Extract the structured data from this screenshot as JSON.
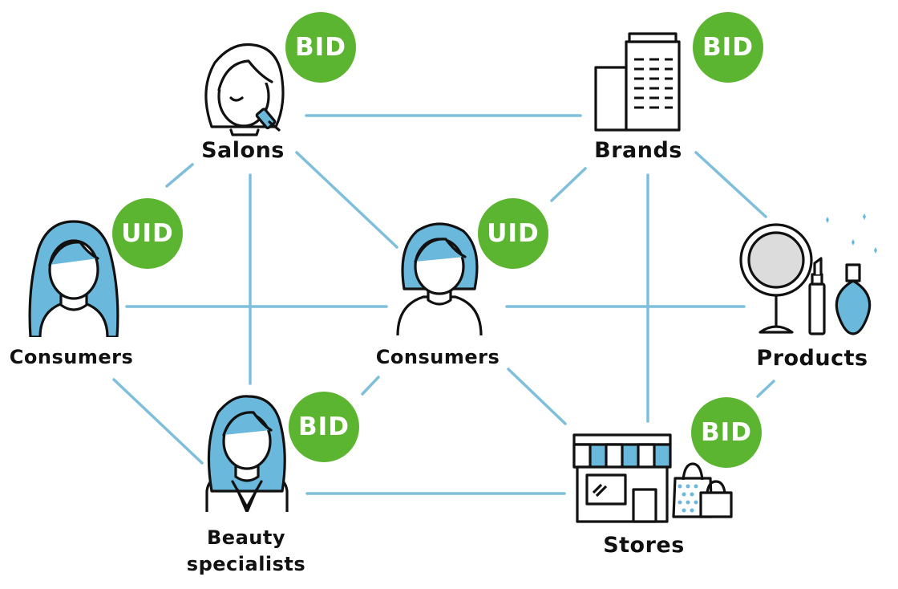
{
  "nodes": {
    "salons": "Salons",
    "brands": "Brands",
    "consumers_left": "Consumers",
    "consumers_center": "Consumers",
    "products": "Products",
    "beauty_specialists_line1": "Beauty",
    "beauty_specialists_line2": "specialists",
    "stores": "Stores"
  },
  "badges": {
    "salons": "BID",
    "brands": "BID",
    "consumers_left": "UID",
    "consumers_center": "UID",
    "beauty_specialists": "BID",
    "stores": "BID"
  },
  "colors": {
    "badge": "#5cb531",
    "connector": "#7fbfdb",
    "hair_fill": "#6ab8db",
    "outline": "#111111"
  }
}
